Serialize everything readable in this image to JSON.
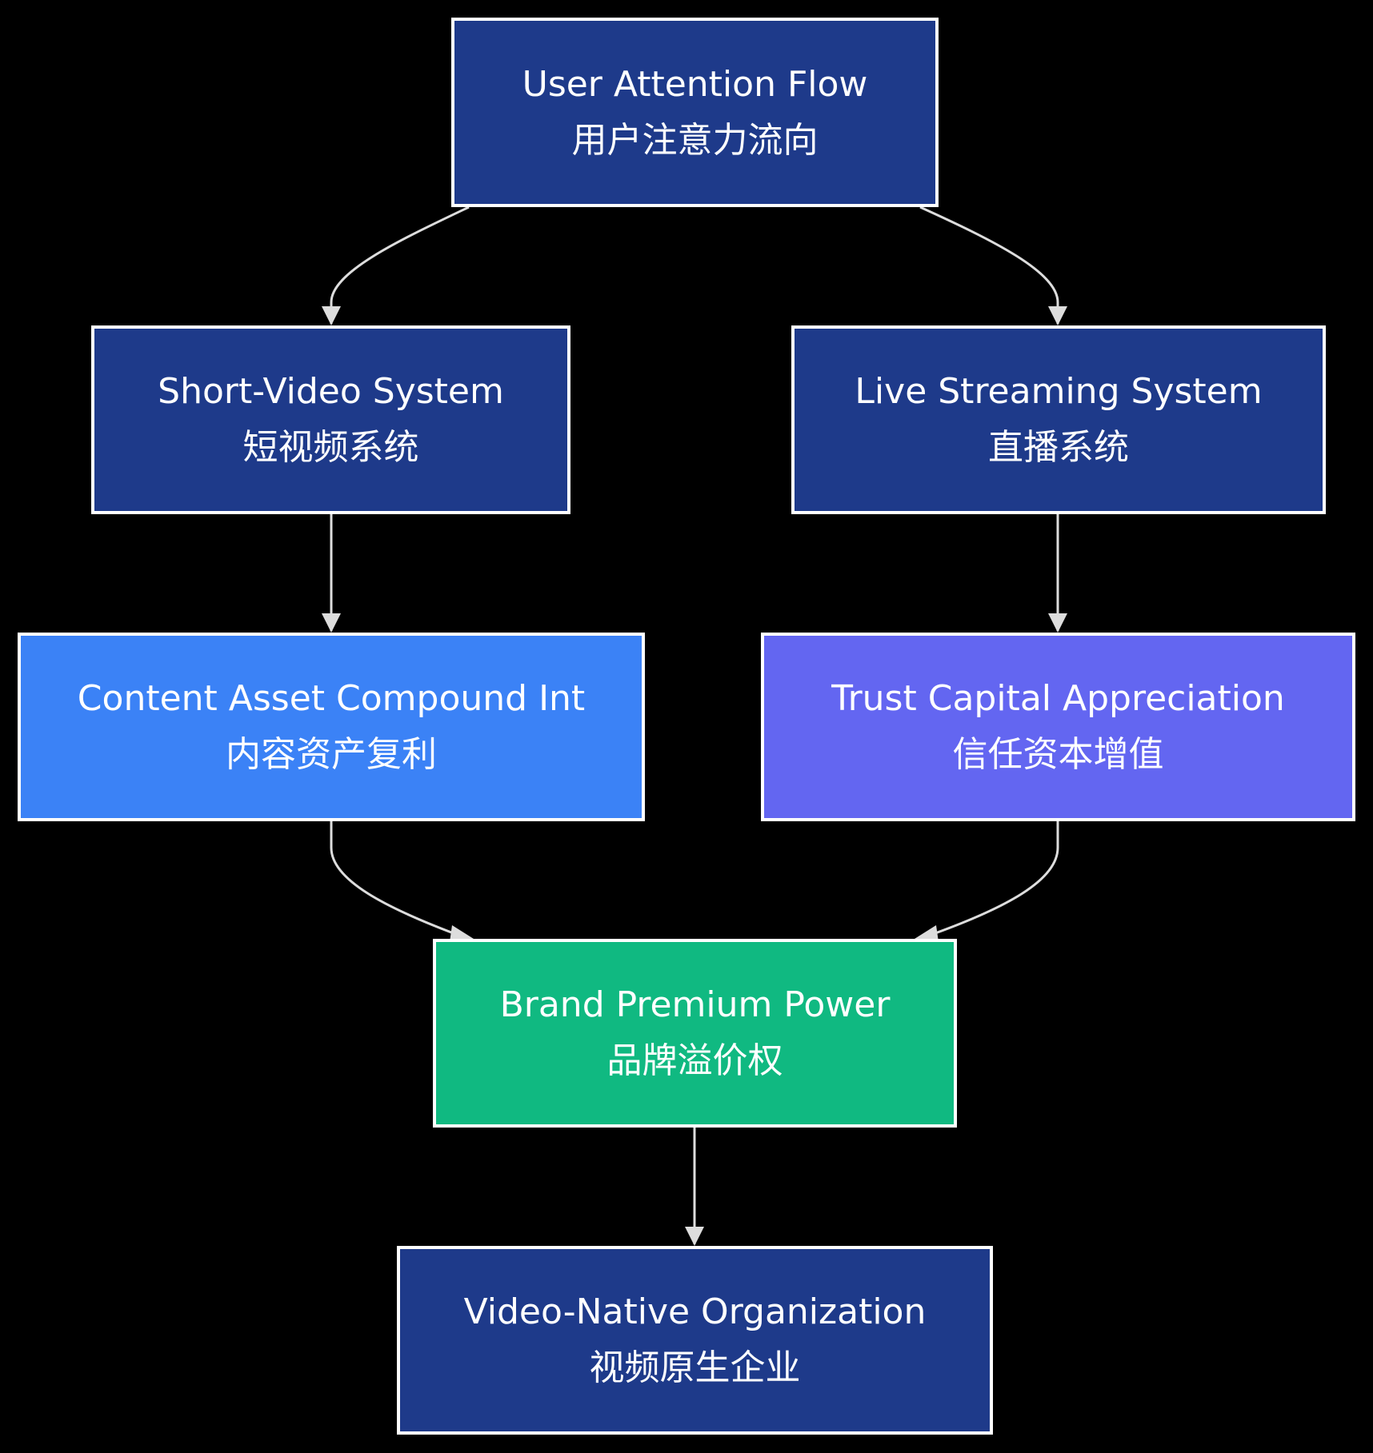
{
  "colors": {
    "background": "#000000",
    "node_border": "#ffffff",
    "edge": "#dddddd",
    "text": "#ffffff"
  },
  "nodes": {
    "user_attention": {
      "en": "User Attention Flow",
      "zh": "用户注意力流向",
      "fill": "#1e3a8a"
    },
    "short_video": {
      "en": "Short-Video System",
      "zh": "短视频系统",
      "fill": "#1e3a8a"
    },
    "live_streaming": {
      "en": "Live Streaming System",
      "zh": "直播系统",
      "fill": "#1e3a8a"
    },
    "content_asset": {
      "en": "Content Asset Compound Int",
      "zh": "内容资产复利",
      "fill": "#3b82f6"
    },
    "trust_capital": {
      "en": "Trust Capital Appreciation",
      "zh": "信任资本增值",
      "fill": "#6366f1"
    },
    "brand_premium": {
      "en": "Brand Premium Power",
      "zh": "品牌溢价权",
      "fill": "#10b981"
    },
    "video_native": {
      "en": "Video-Native Organization",
      "zh": "视频原生企业",
      "fill": "#1e3a8a"
    }
  },
  "edges": [
    {
      "from": "user_attention",
      "to": "short_video"
    },
    {
      "from": "user_attention",
      "to": "live_streaming"
    },
    {
      "from": "short_video",
      "to": "content_asset"
    },
    {
      "from": "live_streaming",
      "to": "trust_capital"
    },
    {
      "from": "content_asset",
      "to": "brand_premium"
    },
    {
      "from": "trust_capital",
      "to": "brand_premium"
    },
    {
      "from": "brand_premium",
      "to": "video_native"
    }
  ]
}
